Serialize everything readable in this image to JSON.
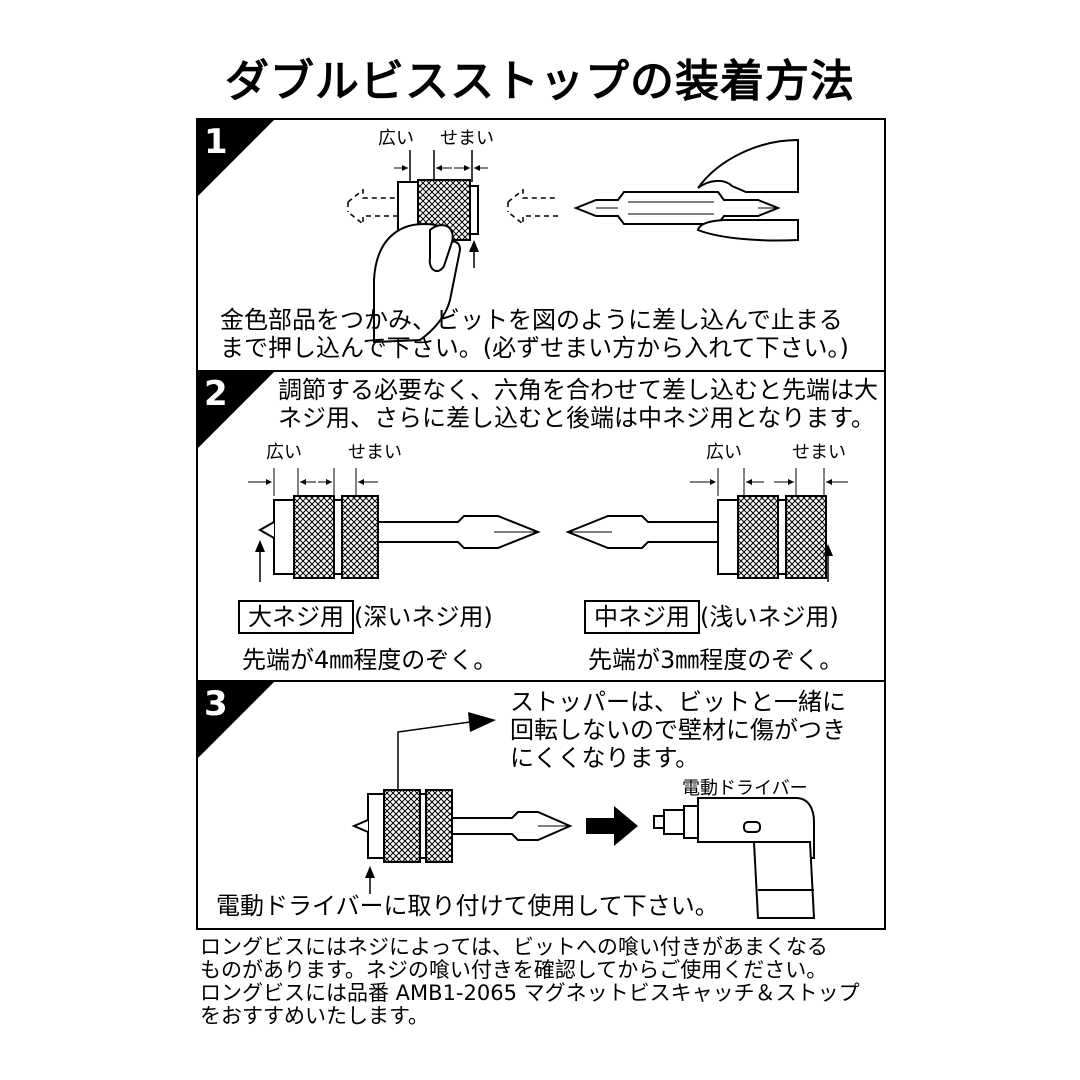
{
  "title": "ダブルビスストップの装着方法",
  "steps": [
    {
      "number": "1",
      "label_wide": "広い",
      "label_narrow": "せまい",
      "text_lines": [
        "金色部品をつかみ、ビットを図のように差し込んで止まる",
        "まで押し込んで下さい。(必ずせまい方から入れて下さい。)"
      ]
    },
    {
      "number": "2",
      "text_lines": [
        "調節する必要なく、六角を合わせて差し込むと先端は大",
        "ネジ用、さらに差し込むと後端は中ネジ用となります。"
      ],
      "left": {
        "label_wide": "広い",
        "label_narrow": "せまい",
        "type_boxed": "大ネジ用",
        "type_note": "(深いネジ用)",
        "depth_text": "先端が4㎜程度のぞく。"
      },
      "right": {
        "label_wide": "広い",
        "label_narrow": "せまい",
        "type_boxed": "中ネジ用",
        "type_note": "(浅いネジ用)",
        "depth_text": "先端が3㎜程度のぞく。"
      }
    },
    {
      "number": "3",
      "note_lines": [
        "ストッパーは、ビットと一緒に",
        "回転しないので壁材に傷がつき",
        "にくくなります。"
      ],
      "driver_label": "電動ドライバー",
      "bottom_text": "電動ドライバーに取り付けて使用して下さい。"
    }
  ],
  "footer_lines": [
    "ロングビスにはネジによっては、ビットへの喰い付きがあまくなる",
    "ものがあります。ネジの喰い付きを確認してからご使用ください。",
    "ロングビスには品番 AMB1-2065 マグネットビスキャッチ＆ストップ",
    "をおすすめいたします。"
  ],
  "colors": {
    "ink": "#000000",
    "paper": "#ffffff"
  }
}
